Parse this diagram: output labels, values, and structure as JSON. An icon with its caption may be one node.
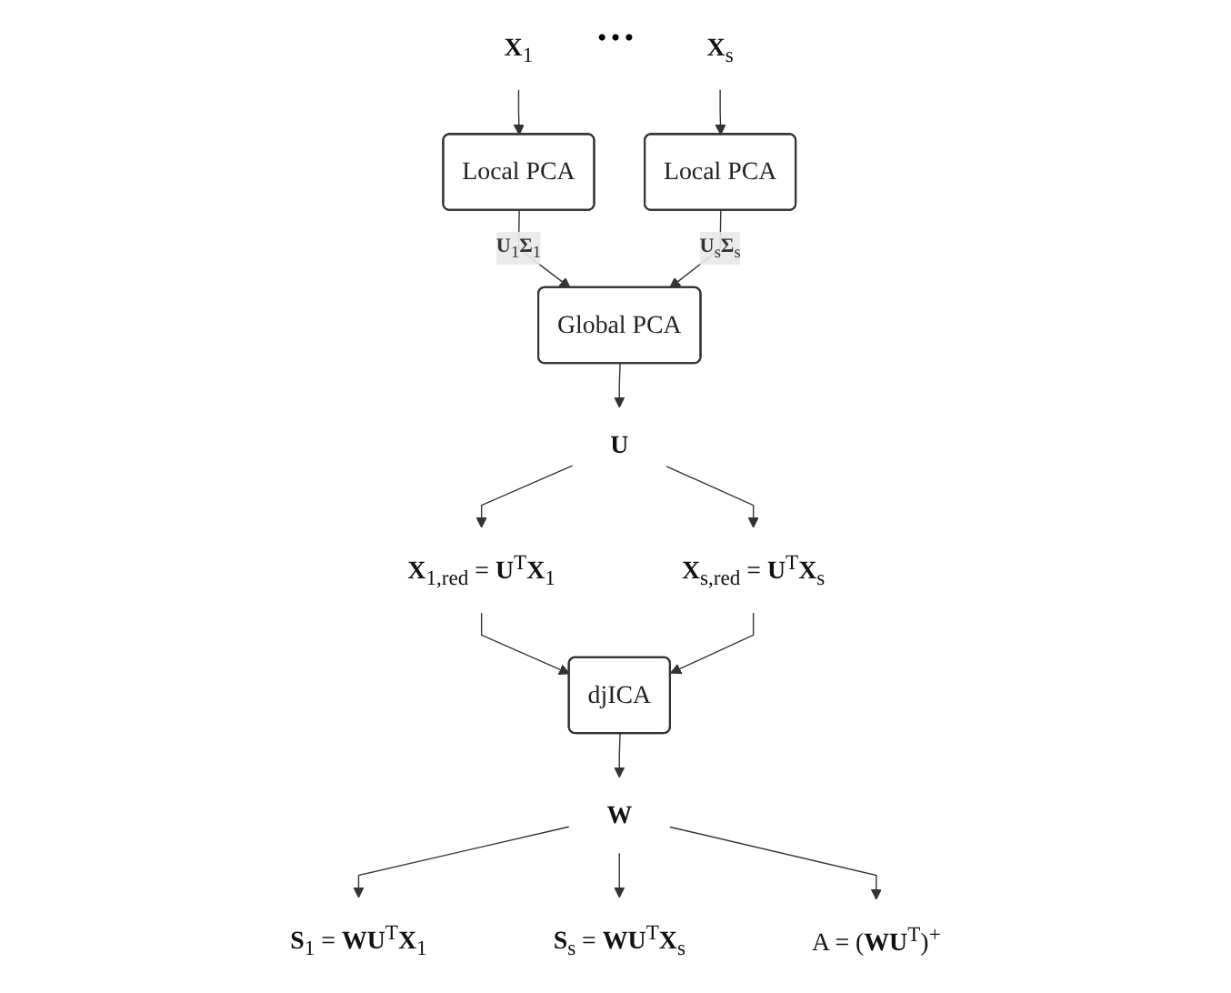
{
  "diagram": {
    "nodes": [
      {
        "text": [
          "**X**$_{1}$"
        ]
      },
      {
        "text": [
          "**X**$_{s}$"
        ]
      },
      {
        "text": [
          "Local PCA"
        ]
      },
      {
        "text": [
          "Local PCA"
        ]
      },
      {
        "text": [
          "Global PCA"
        ]
      },
      {
        "text": [
          "**X**$_{1,red}$ = **U**$^{T}$**X**$_{1}$"
        ]
      },
      {
        "text": [
          "**U**"
        ]
      },
      {
        "text": [
          "**X**$_{s,red}$ = **U**$^{T}$**X**$_{s}$"
        ]
      },
      {
        "text": [
          "djICA"
        ]
      },
      {
        "text": [
          "**S**$_{1}$ = **WU**$^{T}$**X**$_{1}$"
        ]
      },
      {
        "text": [
          "**W**"
        ]
      },
      {
        "text": [
          "**S**$_{s}$ = **WU**$^{T}$**X**$_{s}$"
        ]
      },
      {
        "text": [
          "A = (**WU**$^{T}$)$^{+}$"
        ]
      }
    ],
    "edges": [
      {
        "from": 0,
        "to": 2,
        "arrow": "to"
      },
      {
        "from": 1,
        "to": 3,
        "arrow": "to"
      },
      {
        "from": 2,
        "to": 4,
        "arrow": "to",
        "label": "**U**$_{1}$**Σ**$_{1}$"
      },
      {
        "from": 3,
        "to": 4,
        "arrow": "to",
        "label": "**U**$_{s}$**Σ**$_{s}$"
      },
      {
        "from": 4,
        "to": 6,
        "arrow": "to"
      },
      {
        "from": 6,
        "to": 5,
        "arrow": "to"
      },
      {
        "from": 6,
        "to": 7,
        "arrow": "to"
      },
      {
        "from": 5,
        "to": 8,
        "arrow": "to"
      },
      {
        "from": 7,
        "to": 8,
        "arrow": "to"
      },
      {
        "from": 8,
        "to": 10,
        "arrow": "to"
      },
      {
        "from": 10,
        "to": 9,
        "arrow": "to"
      },
      {
        "from": 10,
        "to": 11,
        "arrow": "to"
      },
      {
        "from": 10,
        "to": 12,
        "arrow": "to"
      }
    ],
    "labels": [
      "…"
    ]
  }
}
